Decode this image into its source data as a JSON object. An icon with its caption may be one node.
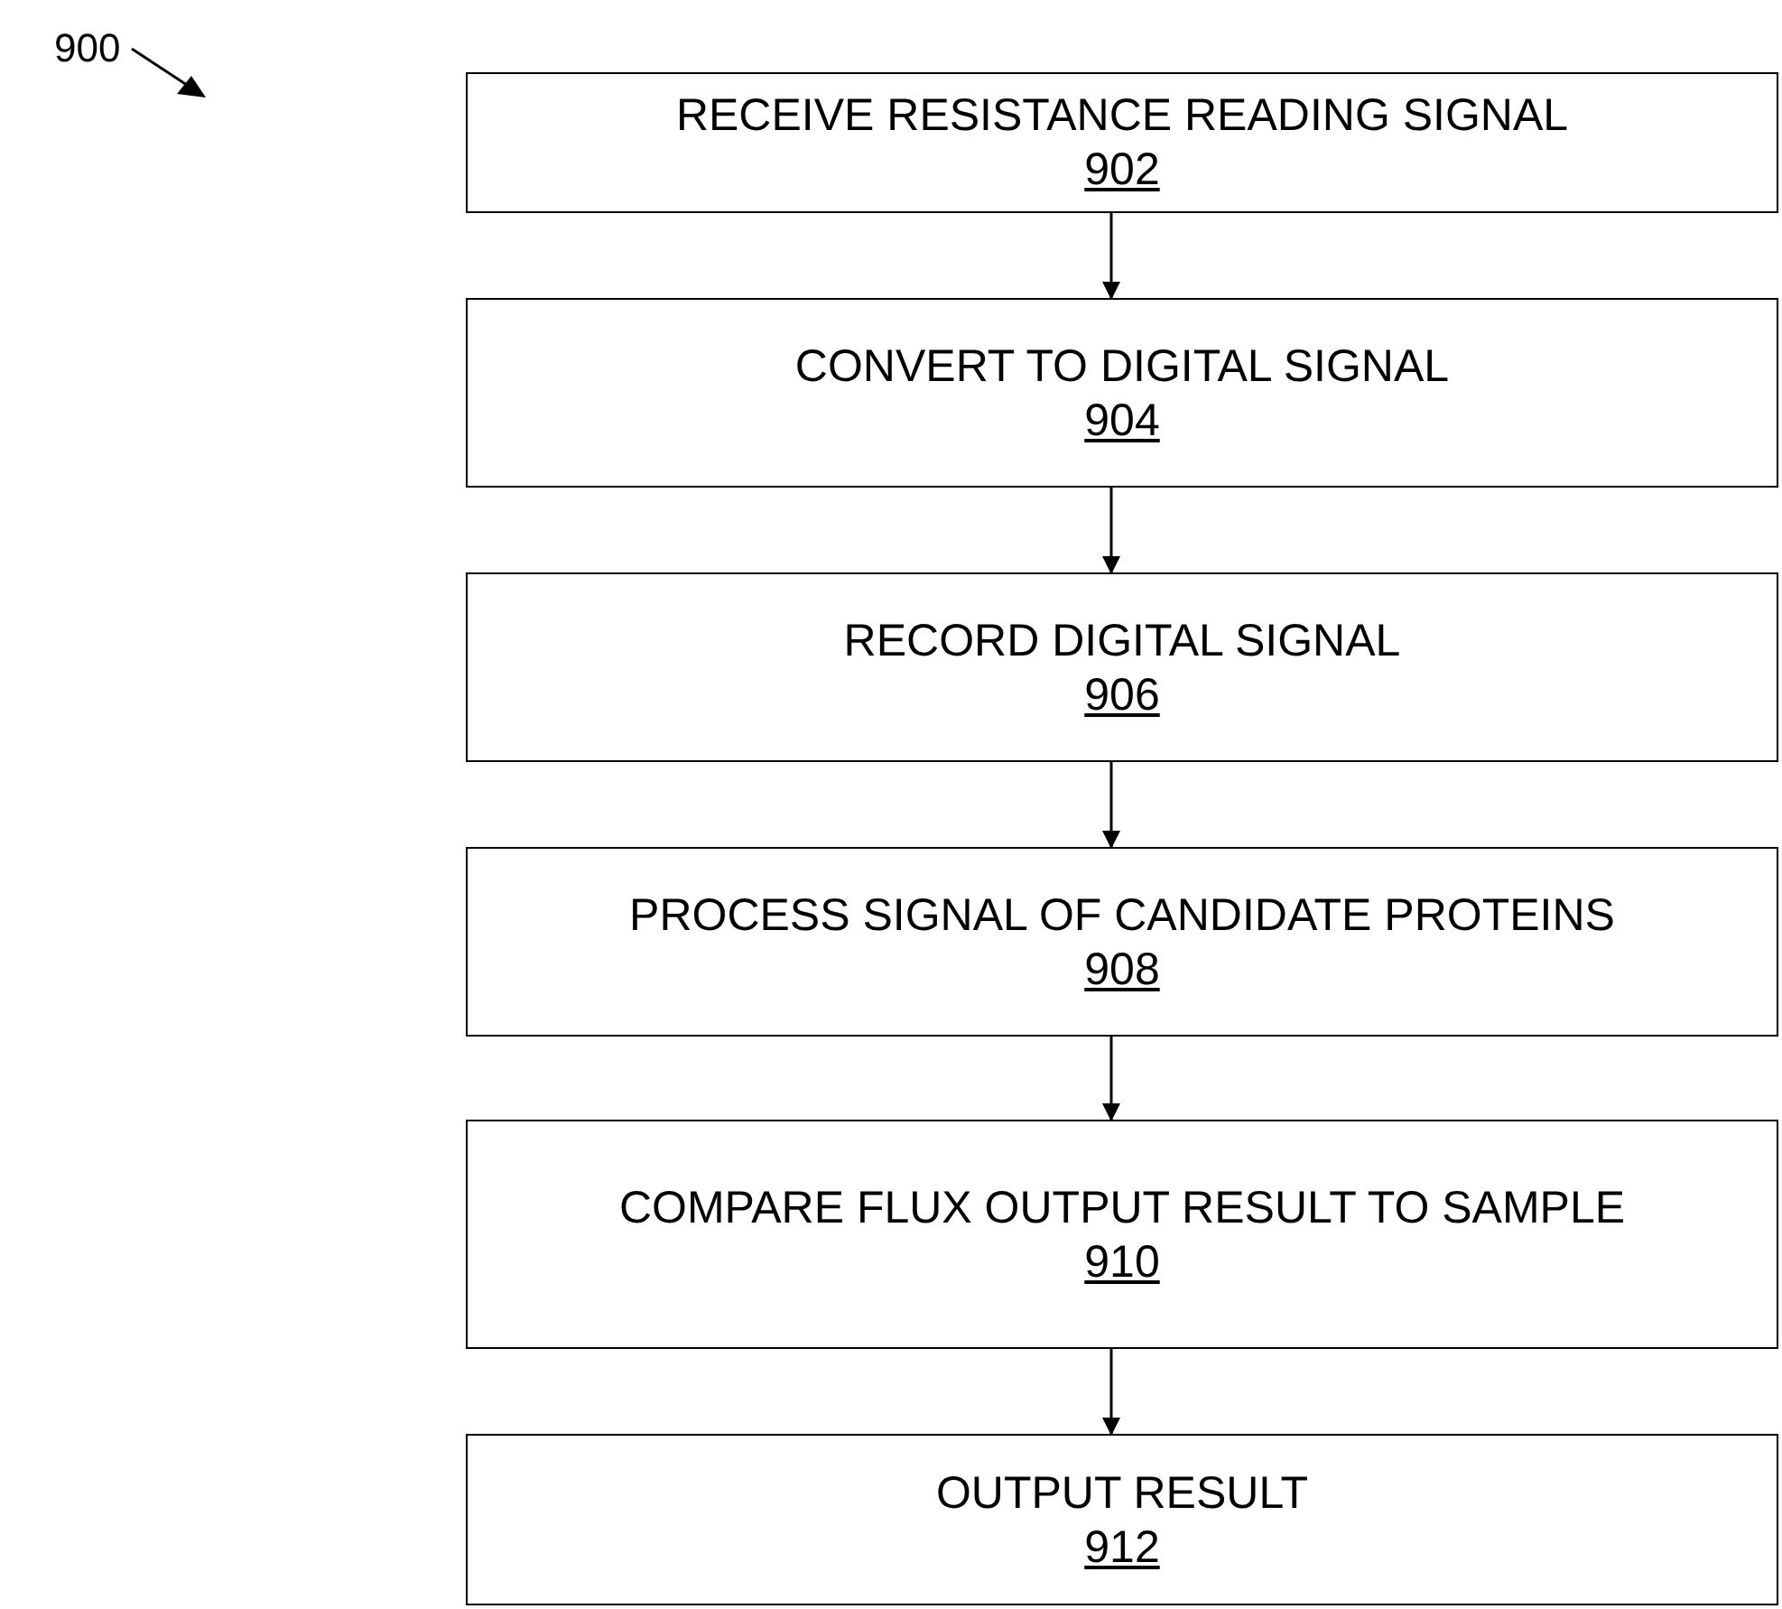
{
  "diagram": {
    "nodes": [
      {
        "text": [
          "RECEIVE RESISTANCE READING SIGNAL",
          "902"
        ]
      },
      {
        "text": [
          "CONVERT TO DIGITAL SIGNAL",
          "904"
        ]
      },
      {
        "text": [
          "RECORD DIGITAL SIGNAL",
          "906"
        ]
      },
      {
        "text": [
          "PROCESS SIGNAL OF CANDIDATE PROTEINS",
          "908"
        ]
      },
      {
        "text": [
          "COMPARE FLUX OUTPUT RESULT TO SAMPLE",
          "910"
        ]
      },
      {
        "text": [
          "OUTPUT RESULT",
          "912"
        ]
      }
    ],
    "edges": [
      {
        "from": 0,
        "to": 1,
        "arrow": "to"
      },
      {
        "from": 1,
        "to": 2,
        "arrow": "to"
      },
      {
        "from": 2,
        "to": 3,
        "arrow": "to"
      },
      {
        "from": 3,
        "to": 4,
        "arrow": "to"
      },
      {
        "from": 4,
        "to": 5,
        "arrow": "to"
      }
    ],
    "labels": [
      "900"
    ]
  }
}
